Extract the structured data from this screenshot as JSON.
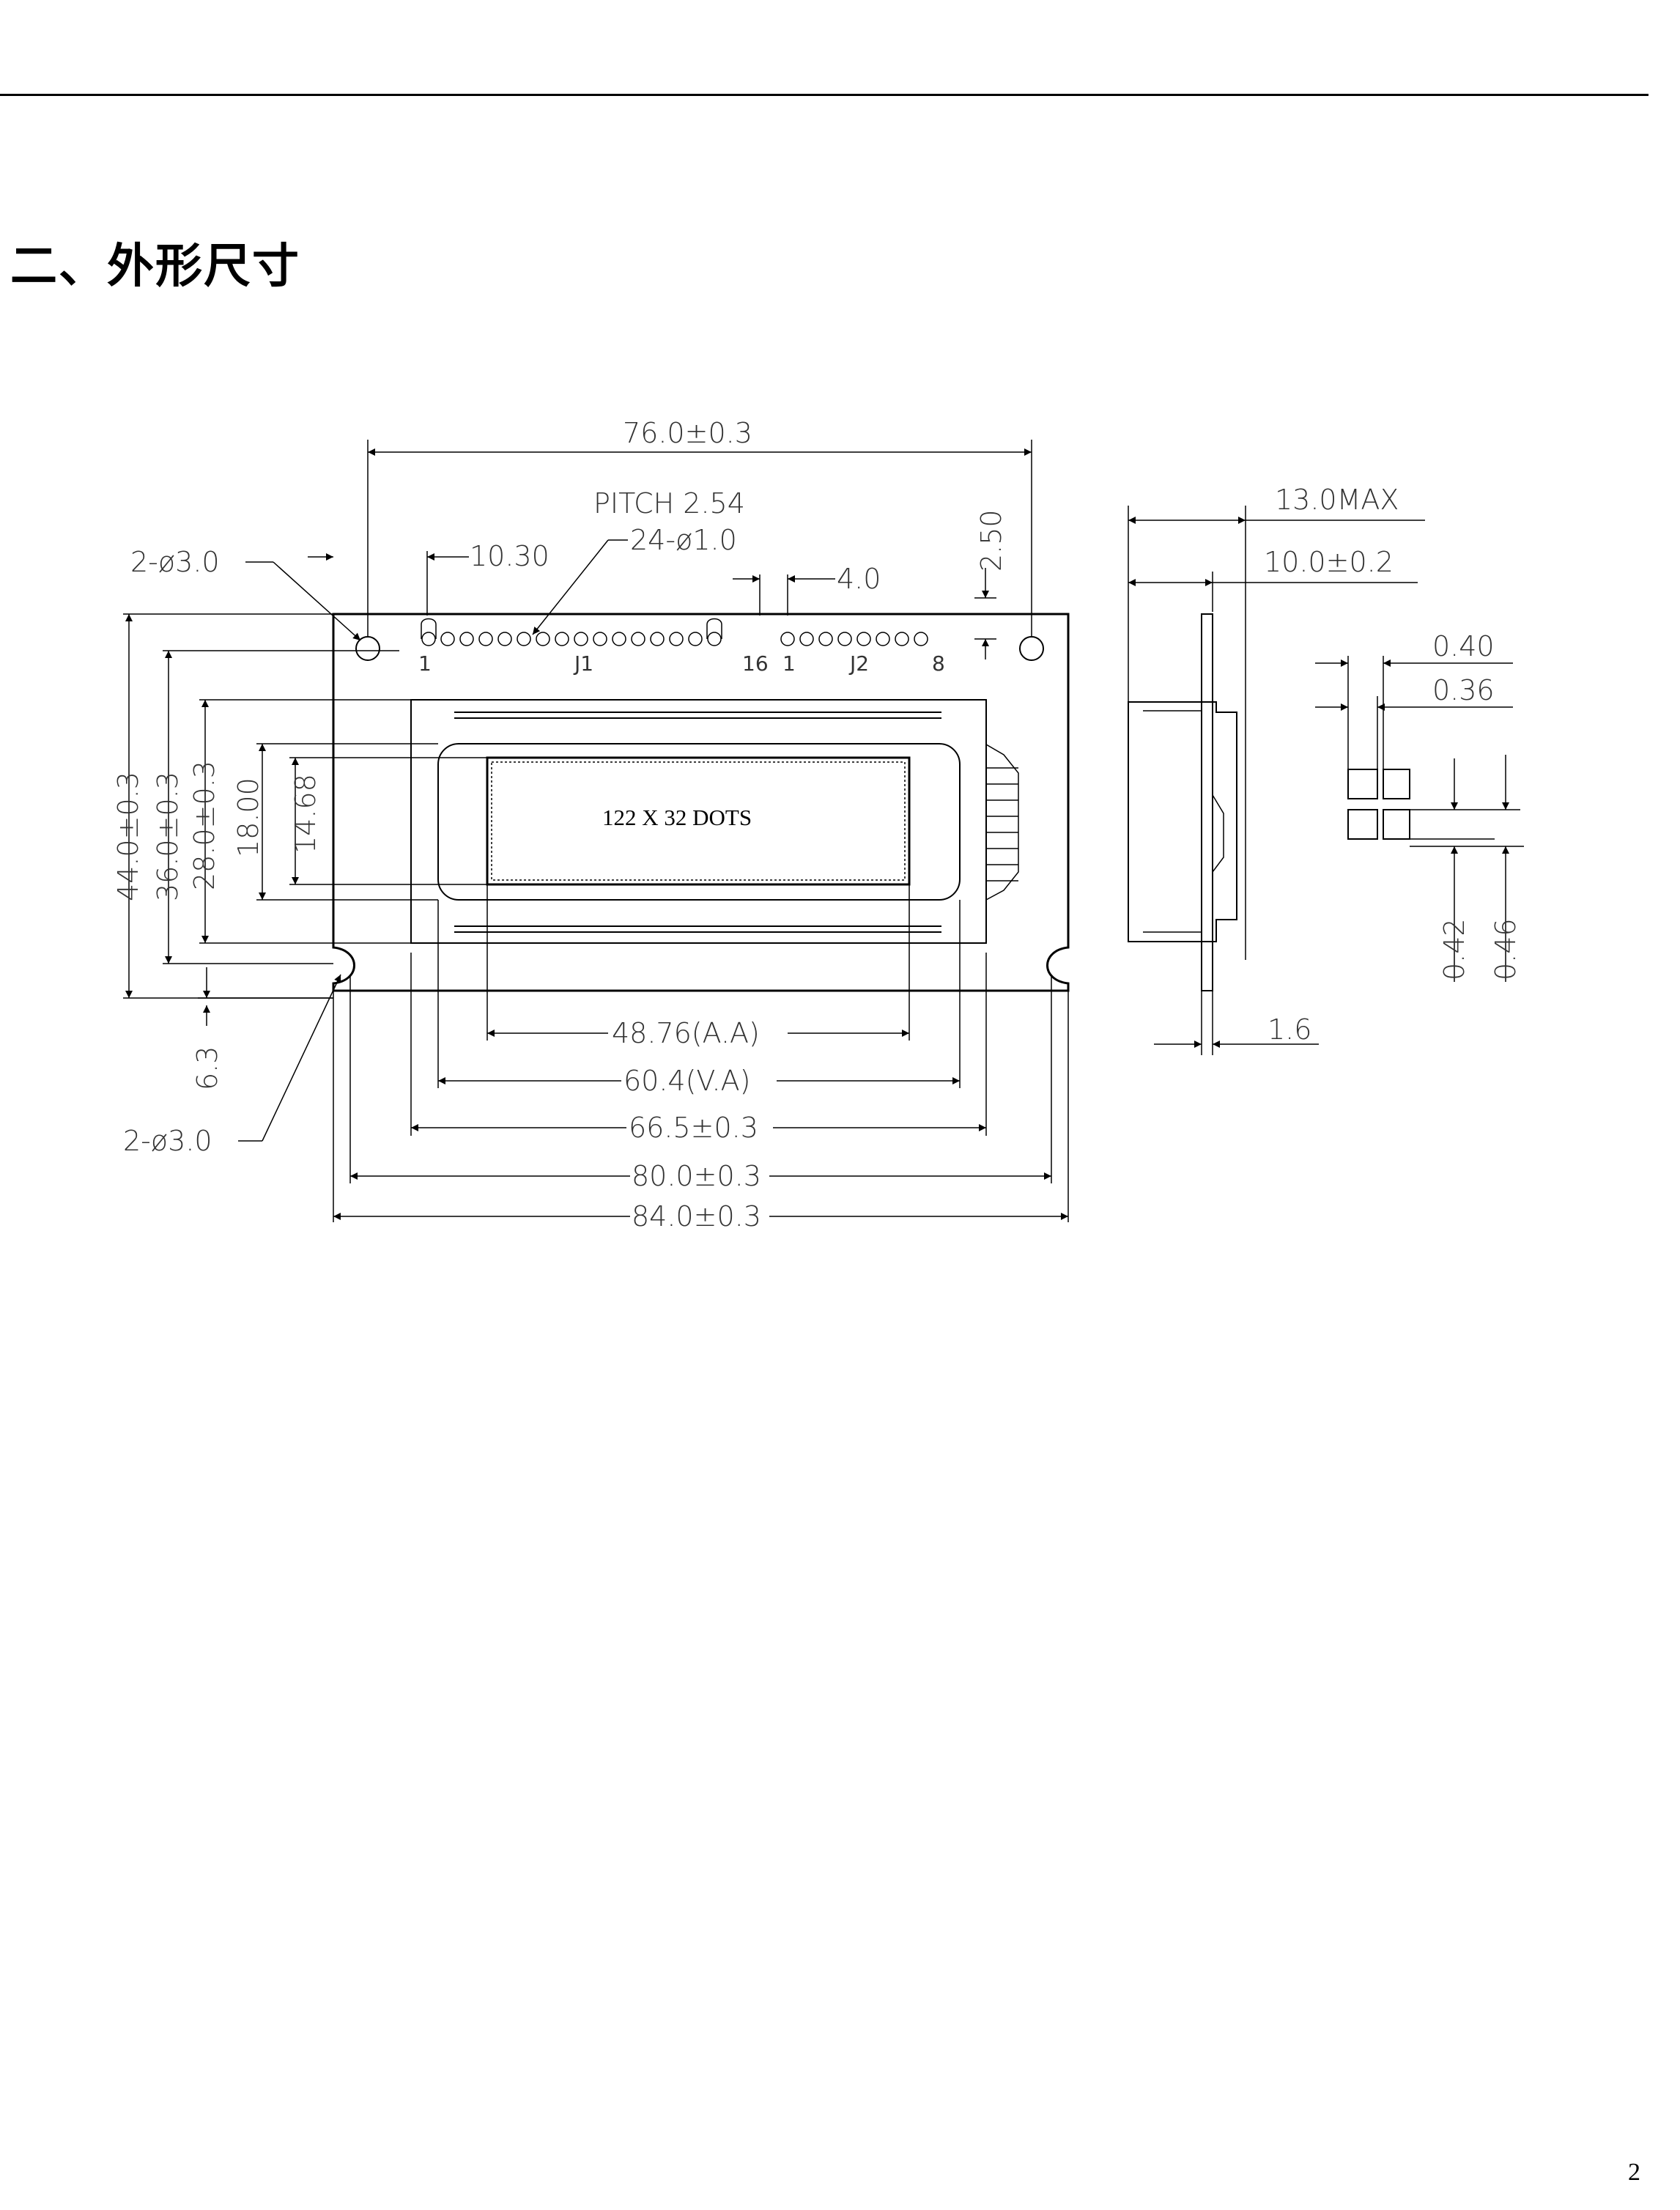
{
  "page": {
    "section_title": "二、外形尺寸",
    "page_number": "2"
  },
  "drawing": {
    "display_label": "122 X 32 DOTS",
    "pitch_label": "PITCH 2.54",
    "pins_label": "24-ø1.0",
    "mount_hole_top": "2-ø3.0",
    "mount_hole_bottom": "2-ø3.0",
    "pin_offset": "10.30",
    "connector_gap": "4.0",
    "pin_row_offset": "2.50",
    "connectors": {
      "j1_label": "J1",
      "j1_first": "1",
      "j1_last": "16",
      "j2_label": "J2",
      "j2_first": "1",
      "j2_last": "8"
    },
    "widths": {
      "overall": "76.0±0.3",
      "active_area": "48.76(A.A)",
      "viewing_area": "60.4(V.A)",
      "bezel": "66.5±0.3",
      "pcb": "80.0±0.3",
      "outline": "84.0±0.3"
    },
    "heights": {
      "outline": "44.0±0.3",
      "pcb": "36.0±0.3",
      "bezel": "28.0±0.3",
      "viewing_area": "18.00",
      "active_area": "14.68",
      "bottom_offset": "6.3"
    },
    "side_view": {
      "max_thickness": "13.0MAX",
      "module_thickness": "10.0±0.2",
      "pcb_thickness": "1.6"
    },
    "dot_detail": {
      "dot_pitch_x": "0.40",
      "dot_size_x": "0.36",
      "dot_size_y": "0.42",
      "dot_pitch_y": "0.46"
    }
  }
}
